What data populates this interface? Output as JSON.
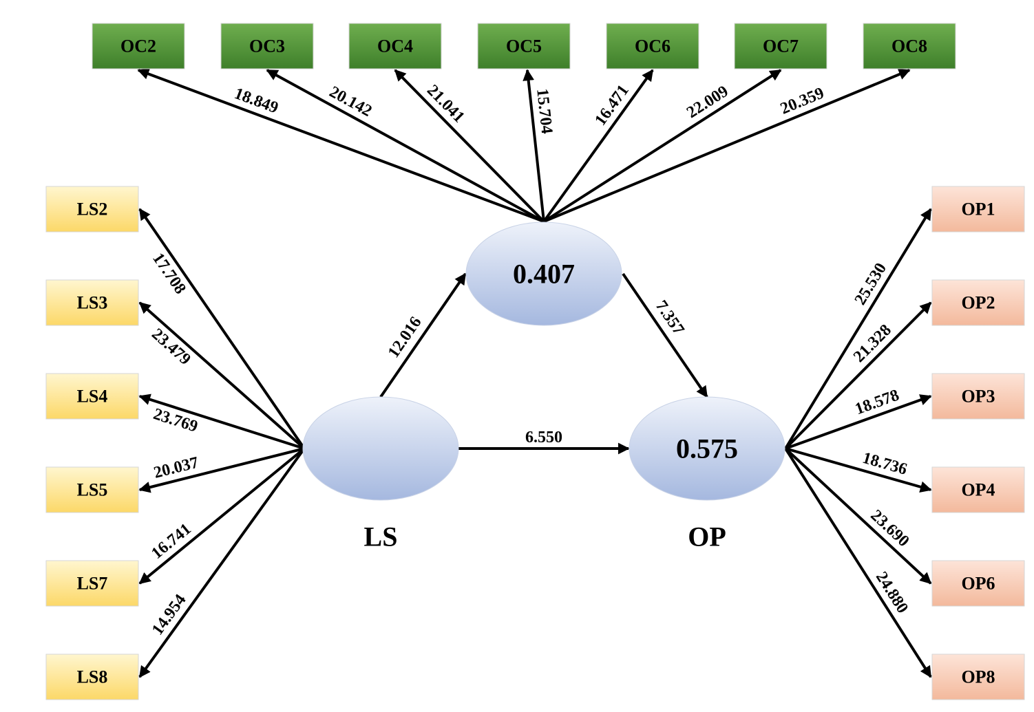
{
  "indicators": {
    "oc": [
      {
        "label": "OC2",
        "loading": "18.849"
      },
      {
        "label": "OC3",
        "loading": "20.142"
      },
      {
        "label": "OC4",
        "loading": "21.041"
      },
      {
        "label": "OC5",
        "loading": "15.704"
      },
      {
        "label": "OC6",
        "loading": "16.471"
      },
      {
        "label": "OC7",
        "loading": "22.009"
      },
      {
        "label": "OC8",
        "loading": "20.359"
      }
    ],
    "ls": [
      {
        "label": "LS2",
        "loading": "17.708"
      },
      {
        "label": "LS3",
        "loading": "23.479"
      },
      {
        "label": "LS4",
        "loading": "23.769"
      },
      {
        "label": "LS5",
        "loading": "20.037"
      },
      {
        "label": "LS7",
        "loading": "16.741"
      },
      {
        "label": "LS8",
        "loading": "14.954"
      }
    ],
    "op": [
      {
        "label": "OP1",
        "loading": "25.530"
      },
      {
        "label": "OP2",
        "loading": "21.328"
      },
      {
        "label": "OP3",
        "loading": "18.578"
      },
      {
        "label": "OP4",
        "loading": "18.736"
      },
      {
        "label": "OP6",
        "loading": "23.690"
      },
      {
        "label": "OP8",
        "loading": "24.880"
      }
    ]
  },
  "latent": {
    "oc": {
      "r2": "0.407"
    },
    "ls": {
      "name": "LS"
    },
    "op": {
      "r2": "0.575",
      "name": "OP"
    }
  },
  "paths": {
    "ls_oc": "12.016",
    "oc_op": "7.357",
    "ls_op": "6.550"
  },
  "colors": {
    "oc_box_top": "#6fae4f",
    "oc_box_bottom": "#3e7f2a",
    "ls_box_top": "#fff6cf",
    "ls_box_bottom": "#fcd868",
    "op_box_top": "#fde4d8",
    "op_box_bottom": "#f3b99c",
    "ellipse_top": "#eef2fa",
    "ellipse_bottom": "#a5b8df"
  }
}
